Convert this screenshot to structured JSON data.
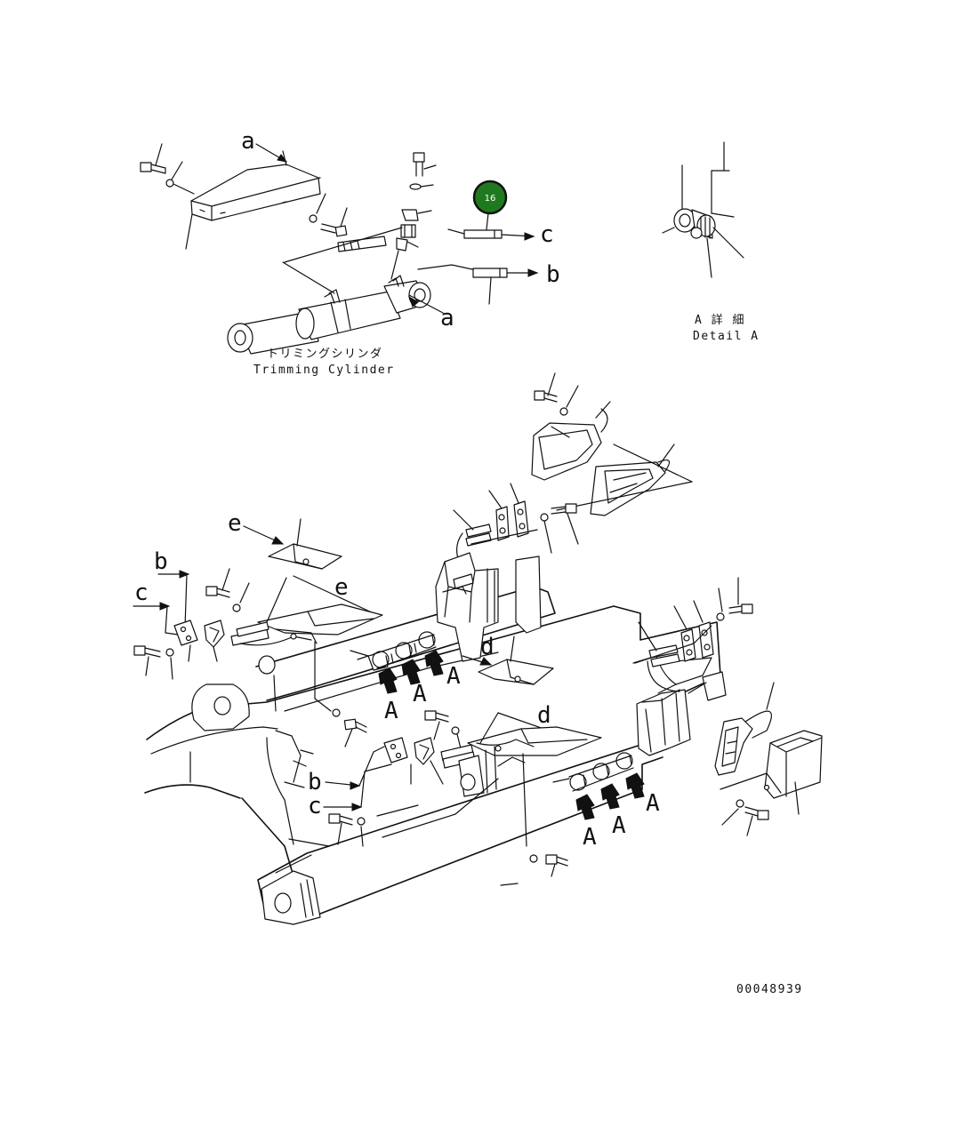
{
  "callouts": {
    "part_16": "16"
  },
  "labels": {
    "a_top": "a",
    "a_mid": "a",
    "b_top": "b",
    "c_top": "c",
    "e_top": "e",
    "e_mid": "e",
    "b_left": "b",
    "c_left": "c",
    "d_upper": "d",
    "d_lower": "d",
    "b_lower": "b",
    "c_lower": "c",
    "A1": "A",
    "A2": "A",
    "A3": "A",
    "A4": "A",
    "A5": "A",
    "A6": "A"
  },
  "captions": {
    "trimming_jp": "トリミングシリンダ",
    "trimming_en": "Trimming Cylinder",
    "detail_jp": "A 詳 細",
    "detail_en": "Detail A",
    "drawing_number": "00048939"
  },
  "colors": {
    "callout_fill": "#1f7a1f",
    "callout_ring": "#111111",
    "line": "#111111"
  }
}
